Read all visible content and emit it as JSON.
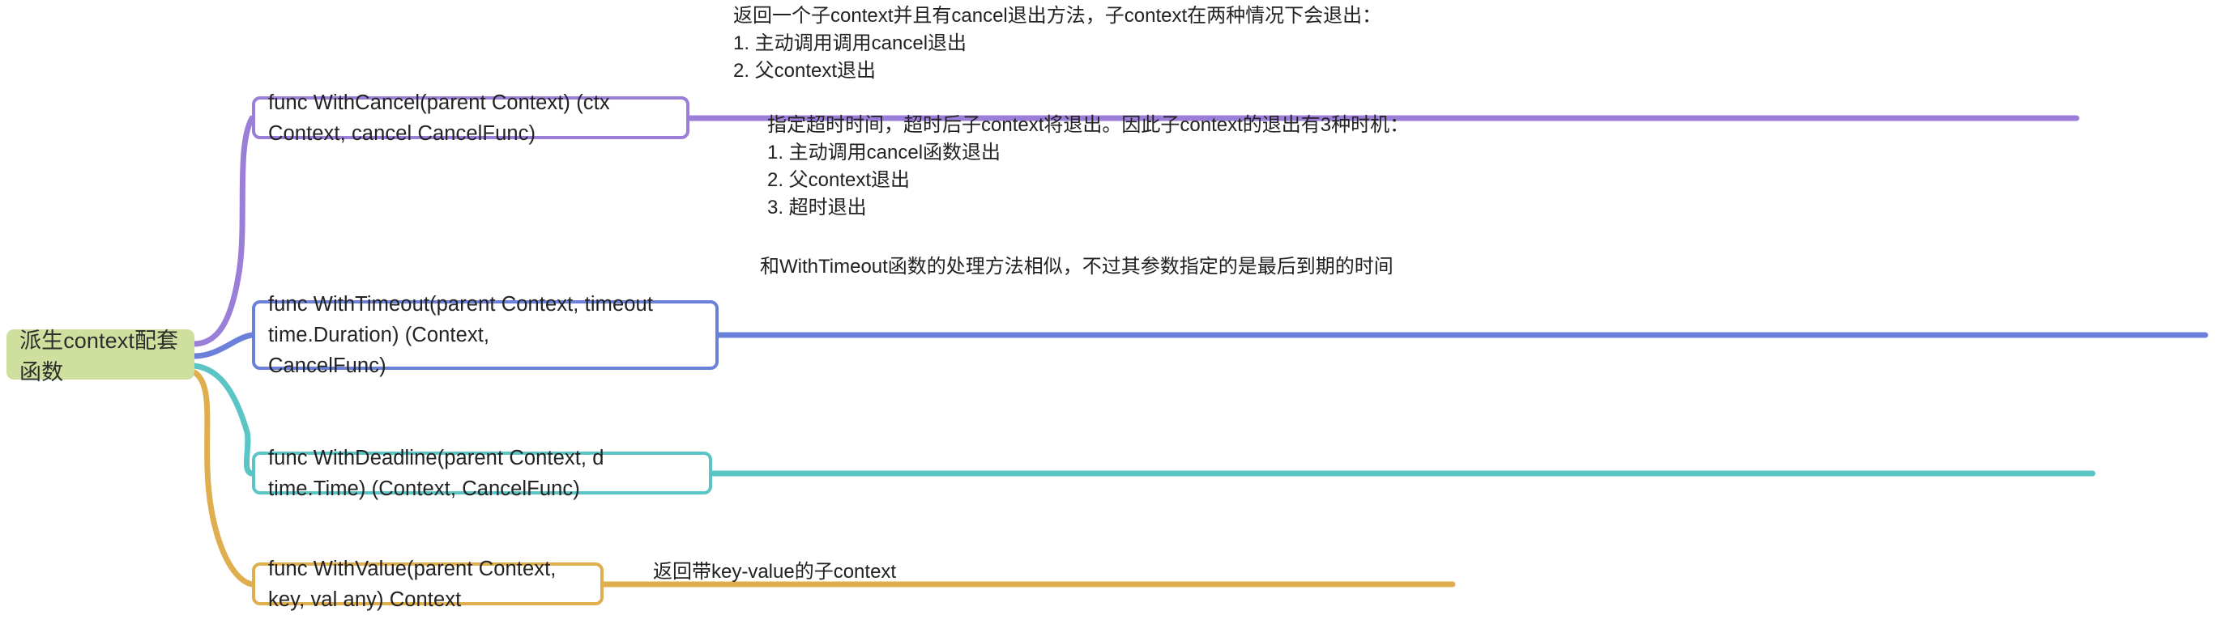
{
  "diagram": {
    "type": "mind-map",
    "title": "派生context配套函数",
    "root": {
      "label": "派生context配套函数",
      "fill": "#cfdf9e",
      "text_color": "#2e2e2e"
    },
    "branches": [
      {
        "id": "with-cancel",
        "label": "func WithCancel(parent Context) (ctx Context, cancel CancelFunc)",
        "color": "#9b7ed8",
        "note": "返回一个子context并且有cancel退出方法，子context在两种情况下会退出：\n1. 主动调用调用cancel退出\n2. 父context退出"
      },
      {
        "id": "with-timeout",
        "label": "func WithTimeout(parent Context, timeout time.Duration) (Context,\nCancelFunc)",
        "color": "#6b80d8",
        "note": "指定超时时间，超时后子context将退出。因此子context的退出有3种时机：\n1. 主动调用cancel函数退出\n2. 父context退出\n3. 超时退出"
      },
      {
        "id": "with-deadline",
        "label": "func WithDeadline(parent Context, d time.Time) (Context, CancelFunc)",
        "color": "#5bc4c4",
        "note": "和WithTimeout函数的处理方法相似，不过其参数指定的是最后到期的时间"
      },
      {
        "id": "with-value",
        "label": "func WithValue(parent Context, key, val any) Context",
        "color": "#dfae4f",
        "note": "返回带key-value的子context"
      }
    ],
    "background": "#ffffff"
  }
}
